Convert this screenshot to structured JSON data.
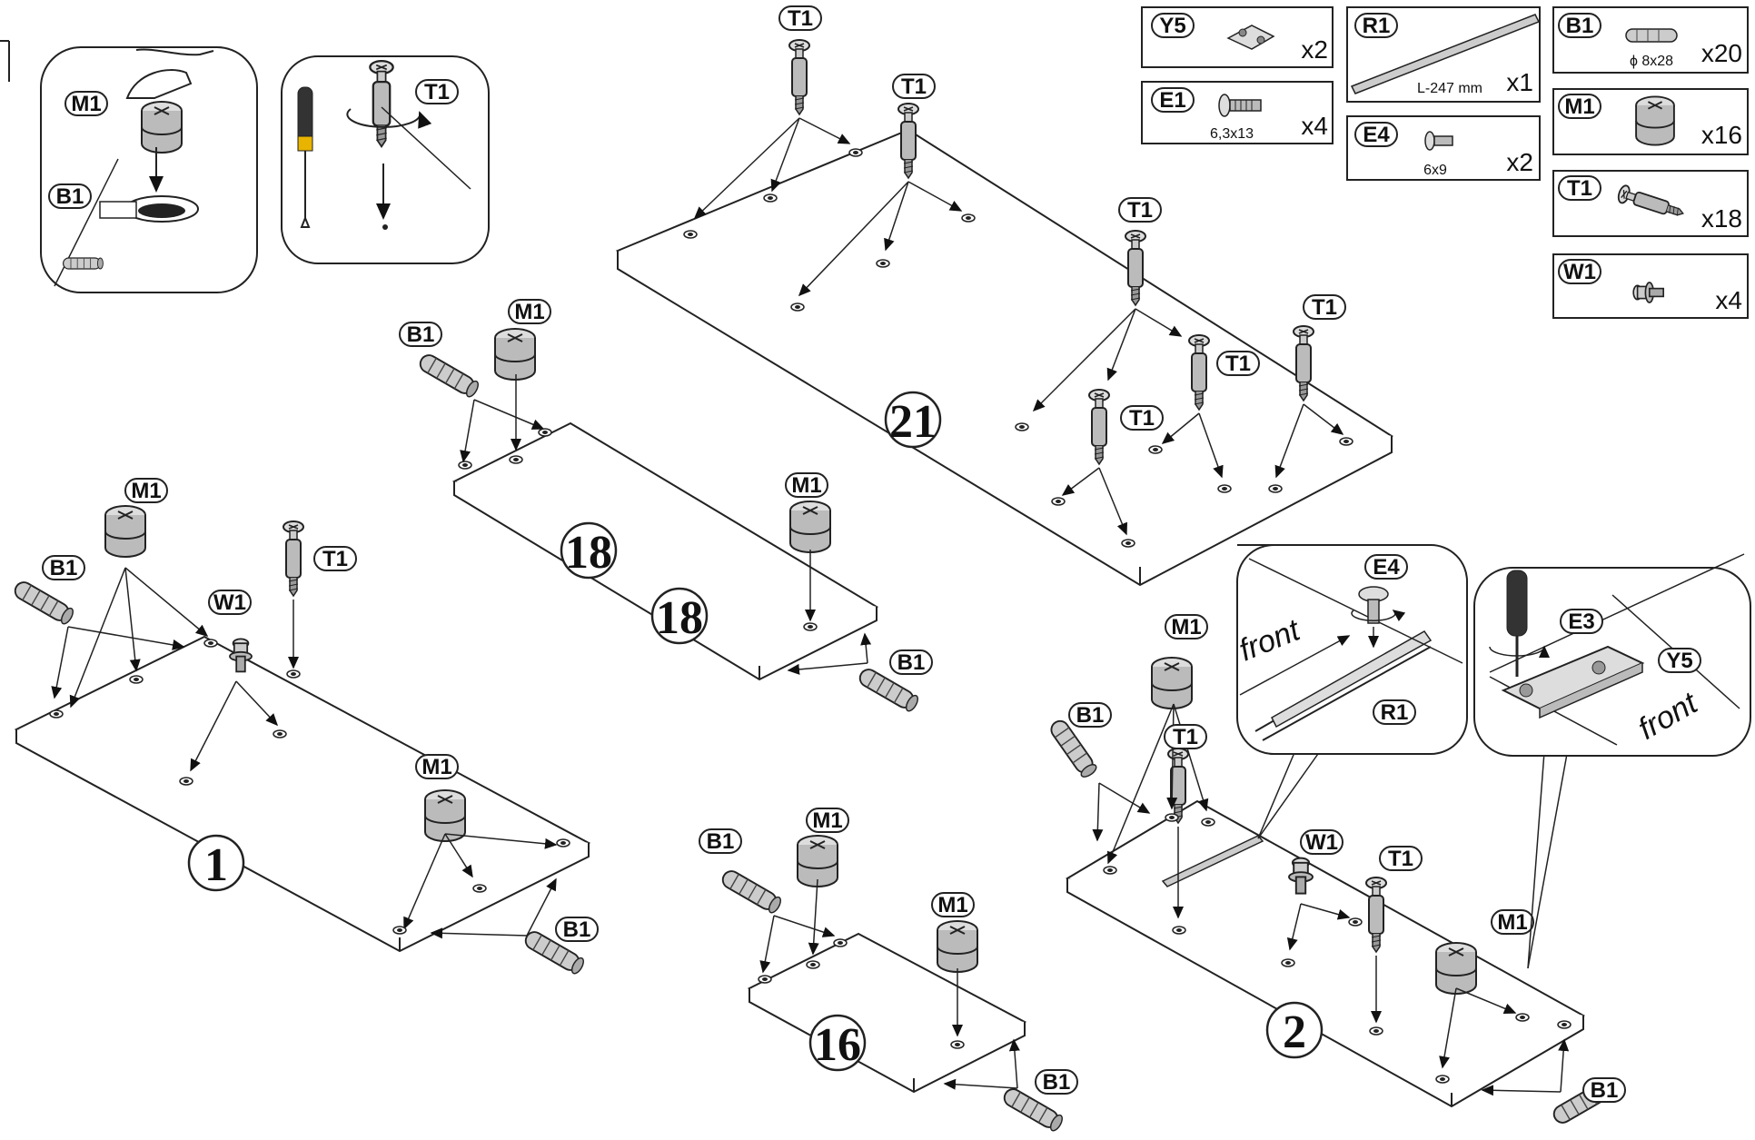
{
  "parts": [
    {
      "code": "Y5",
      "qty": "x2",
      "dim": ""
    },
    {
      "code": "E1",
      "qty": "x4",
      "dim": "6,3x13"
    },
    {
      "code": "R1",
      "qty": "x1",
      "dim": "L-247 mm"
    },
    {
      "code": "E4",
      "qty": "x2",
      "dim": "6x9"
    },
    {
      "code": "B1",
      "qty": "x20",
      "dim": "ϕ 8x28"
    },
    {
      "code": "M1",
      "qty": "x16",
      "dim": ""
    },
    {
      "code": "T1",
      "qty": "x18",
      "dim": ""
    },
    {
      "code": "W1",
      "qty": "x4",
      "dim": ""
    }
  ],
  "panel_numbers": [
    "21",
    "18",
    "18",
    "1",
    "16",
    "2"
  ],
  "front_label": "front",
  "callout_labels": {
    "inset_m1": "M1",
    "inset_b1": "B1",
    "inset_t1": "T1",
    "e4": "E4",
    "r1": "R1",
    "e3": "E3",
    "y5": "Y5"
  },
  "part_labels": {
    "t1": "T1",
    "m1": "M1",
    "b1": "B1",
    "w1": "W1"
  }
}
